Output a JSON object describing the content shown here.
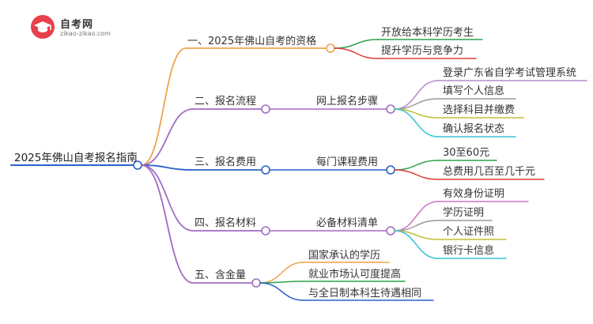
{
  "brand": {
    "name": "自考网",
    "url": "zikao-zikao.com"
  },
  "root": {
    "label": "2025年佛山自考报名指南"
  },
  "branches": [
    {
      "label": "一、2025年佛山自考的资格",
      "color": "#f0a24a",
      "children": [
        {
          "label": "开放给本科学历考生",
          "color": "#2da24a"
        },
        {
          "label": "提升学历与竞争力",
          "color": "#e03a3a"
        }
      ]
    },
    {
      "label": "二、报名流程",
      "color": "#a06cc4",
      "middle": "网上报名步骤",
      "children": [
        {
          "label": "登录广东省自学考试管理系统",
          "color": "#b48ad0"
        },
        {
          "label": "填写个人信息",
          "color": "#9a9a9a"
        },
        {
          "label": "选择科目并缴费",
          "color": "#bfbf3a"
        },
        {
          "label": "确认报名状态",
          "color": "#3ac4d4"
        }
      ]
    },
    {
      "label": "三、报名费用",
      "color": "#2a62c8",
      "middle": "每门课程费用",
      "children": [
        {
          "label": "30至60元",
          "color": "#2da24a"
        },
        {
          "label": "总费用几百至几千元",
          "color": "#e03a3a"
        }
      ]
    },
    {
      "label": "四、报名材料",
      "color": "#a06cc4",
      "middle": "必备材料清单",
      "children": [
        {
          "label": "有效身份证明",
          "color": "#d070c8"
        },
        {
          "label": "学历证明",
          "color": "#9a9a9a"
        },
        {
          "label": "个人证件照",
          "color": "#bfbf3a"
        },
        {
          "label": "银行卡信息",
          "color": "#3ac4d4"
        }
      ]
    },
    {
      "label": "五、含金量",
      "color": "#a06cc4",
      "children": [
        {
          "label": "国家承认的学历",
          "color": "#f0a24a"
        },
        {
          "label": "就业市场认可度提高",
          "color": "#2da24a"
        },
        {
          "label": "与全日制本科生待遇相同",
          "color": "#2a62c8"
        }
      ]
    }
  ]
}
